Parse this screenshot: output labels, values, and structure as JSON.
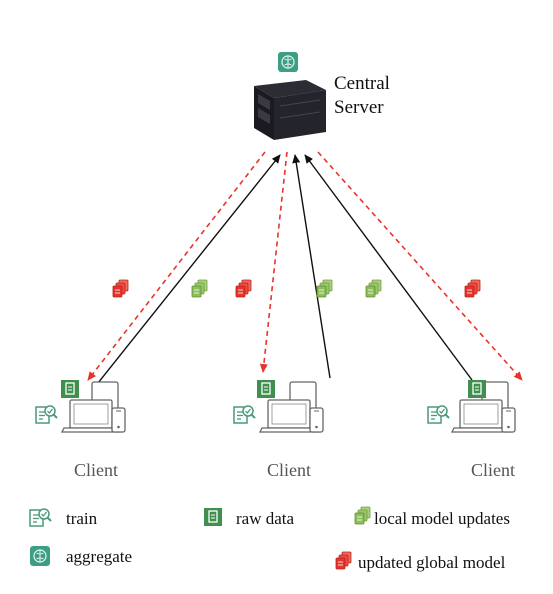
{
  "server": {
    "label_line1": "Central",
    "label_line2": "Server",
    "icon": "aggregate-icon"
  },
  "clients": [
    {
      "label": "Client",
      "icons": [
        "raw-data-icon",
        "train-icon",
        "laptop-icon",
        "tablet-icon",
        "phone-icon"
      ]
    },
    {
      "label": "Client",
      "icons": [
        "raw-data-icon",
        "train-icon",
        "laptop-icon",
        "tablet-icon",
        "phone-icon"
      ]
    },
    {
      "label": "Client",
      "icons": [
        "raw-data-icon",
        "train-icon",
        "laptop-icon",
        "tablet-icon",
        "phone-icon"
      ]
    }
  ],
  "legend": {
    "train": "train",
    "aggregate": "aggregate",
    "raw_data": "raw data",
    "local_updates": "local model updates",
    "global_model": "updated global model"
  },
  "colors": {
    "upload_arrow": "#111111",
    "download_arrow": "#e8332b",
    "local_update_doc": "#8cbf5a",
    "global_model_doc": "#e8332b",
    "raw_data_icon": "#3f8f4f",
    "aggregate_icon": "#3d9e86",
    "train_icon": "#4a9a7a",
    "device_outline": "#666666"
  }
}
